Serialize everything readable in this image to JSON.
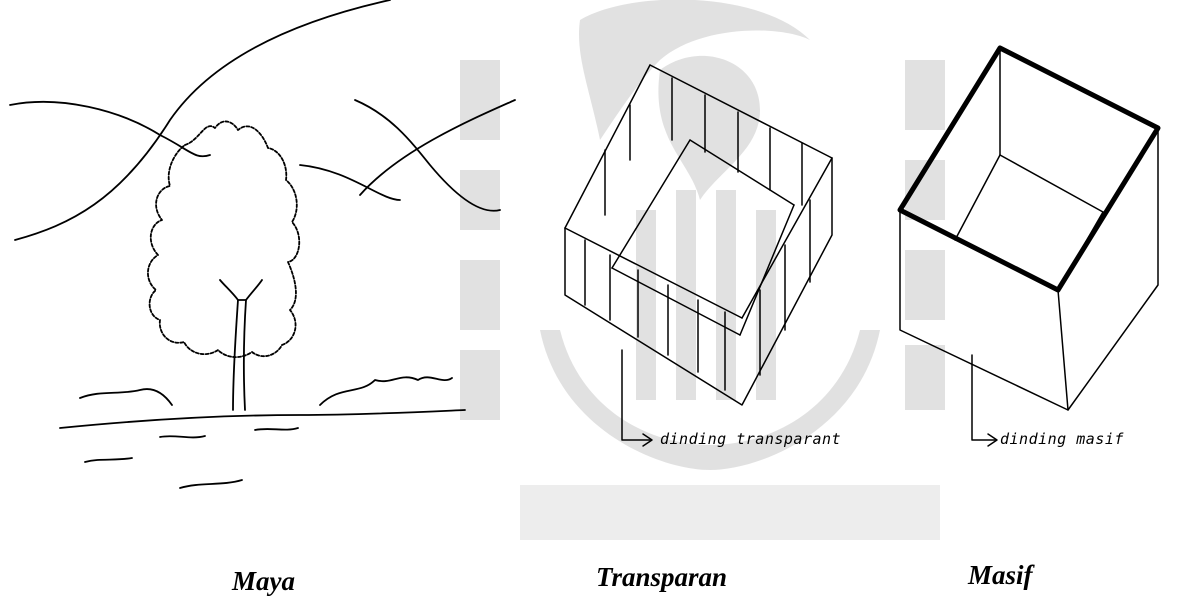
{
  "panels": [
    {
      "caption": "Maya"
    },
    {
      "caption": "Transparan",
      "annotation": "dinding transparant"
    },
    {
      "caption": "Masif",
      "annotation": "dinding masif"
    }
  ],
  "watermark": {
    "type": "university-logo"
  },
  "colors": {
    "ink": "#000000",
    "watermark": "#9a9a9a",
    "background": "#ffffff"
  }
}
